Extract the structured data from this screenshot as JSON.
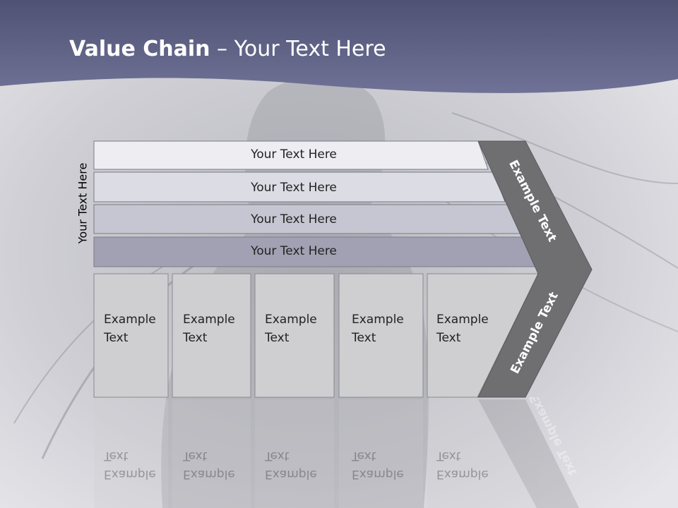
{
  "title": {
    "bold": "Value Chain",
    "rest": " – Your Text Here"
  },
  "side_label": "Your Text Here",
  "bands": [
    "Your Text Here",
    "Your Text Here",
    "Your Text Here",
    "Your Text Here"
  ],
  "boxes": [
    [
      "Example",
      "Text"
    ],
    [
      "Example",
      "Text"
    ],
    [
      "Example",
      "Text"
    ],
    [
      "Example",
      "Text"
    ],
    [
      "Example",
      "Text"
    ]
  ],
  "arrow_upper": "Example Text",
  "arrow_lower": "Example Text",
  "colors": {
    "header": "#5e6184",
    "band_1": "#ededf2",
    "band_2": "#dcdce5",
    "band_3": "#c6c6d2",
    "band_4": "#a1a1b3",
    "box": "#cfcfd1",
    "arrow": "#6f6f72"
  }
}
